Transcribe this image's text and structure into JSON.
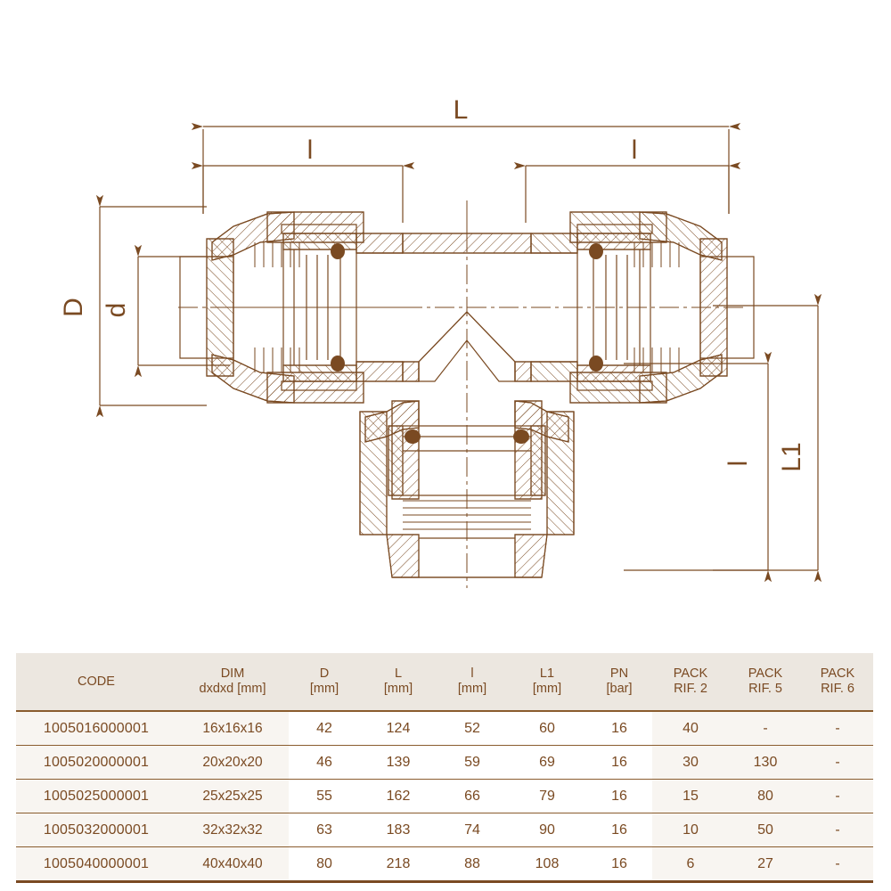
{
  "drawing": {
    "title": "tee-fitting-cross-section",
    "line_color": "#7a4a22",
    "seal_color": "#7a4a22",
    "dimension_labels": {
      "overall_length": "L",
      "left_insert": "l",
      "right_insert": "l",
      "outer_diameter": "D",
      "inner_diameter": "d",
      "branch_total": "L1",
      "branch_insert": "l"
    }
  },
  "table": {
    "columns": [
      {
        "title": "CODE",
        "sub": "",
        "key": "code"
      },
      {
        "title": "DIM",
        "sub": "dxdxd [mm]",
        "key": "dim"
      },
      {
        "title": "D",
        "sub": "[mm]",
        "key": "D"
      },
      {
        "title": "L",
        "sub": "[mm]",
        "key": "L"
      },
      {
        "title": "l",
        "sub": "[mm]",
        "key": "l"
      },
      {
        "title": "L1",
        "sub": "[mm]",
        "key": "L1"
      },
      {
        "title": "PN",
        "sub": "[bar]",
        "key": "PN"
      },
      {
        "title": "PACK",
        "sub": "RIF. 2",
        "key": "pack2"
      },
      {
        "title": "PACK",
        "sub": "RIF. 5",
        "key": "pack5"
      },
      {
        "title": "PACK",
        "sub": "RIF. 6",
        "key": "pack6"
      }
    ],
    "rows": [
      {
        "code": "1005016000001",
        "dim": "16x16x16",
        "D": "42",
        "L": "124",
        "l": "52",
        "L1": "60",
        "PN": "16",
        "pack2": "40",
        "pack5": "-",
        "pack6": "-"
      },
      {
        "code": "1005020000001",
        "dim": "20x20x20",
        "D": "46",
        "L": "139",
        "l": "59",
        "L1": "69",
        "PN": "16",
        "pack2": "30",
        "pack5": "130",
        "pack6": "-"
      },
      {
        "code": "1005025000001",
        "dim": "25x25x25",
        "D": "55",
        "L": "162",
        "l": "66",
        "L1": "79",
        "PN": "16",
        "pack2": "15",
        "pack5": "80",
        "pack6": "-"
      },
      {
        "code": "1005032000001",
        "dim": "32x32x32",
        "D": "63",
        "L": "183",
        "l": "74",
        "L1": "90",
        "PN": "16",
        "pack2": "10",
        "pack5": "50",
        "pack6": "-"
      },
      {
        "code": "1005040000001",
        "dim": "40x40x40",
        "D": "80",
        "L": "218",
        "l": "88",
        "L1": "108",
        "PN": "16",
        "pack2": "6",
        "pack5": "27",
        "pack6": "-"
      }
    ]
  },
  "colors": {
    "brown": "#7a4a22",
    "rule": "#8a5c2e",
    "header_bg": "#ece7e0",
    "tint_bg": "#f8f5f1",
    "page_bg": "#ffffff"
  }
}
